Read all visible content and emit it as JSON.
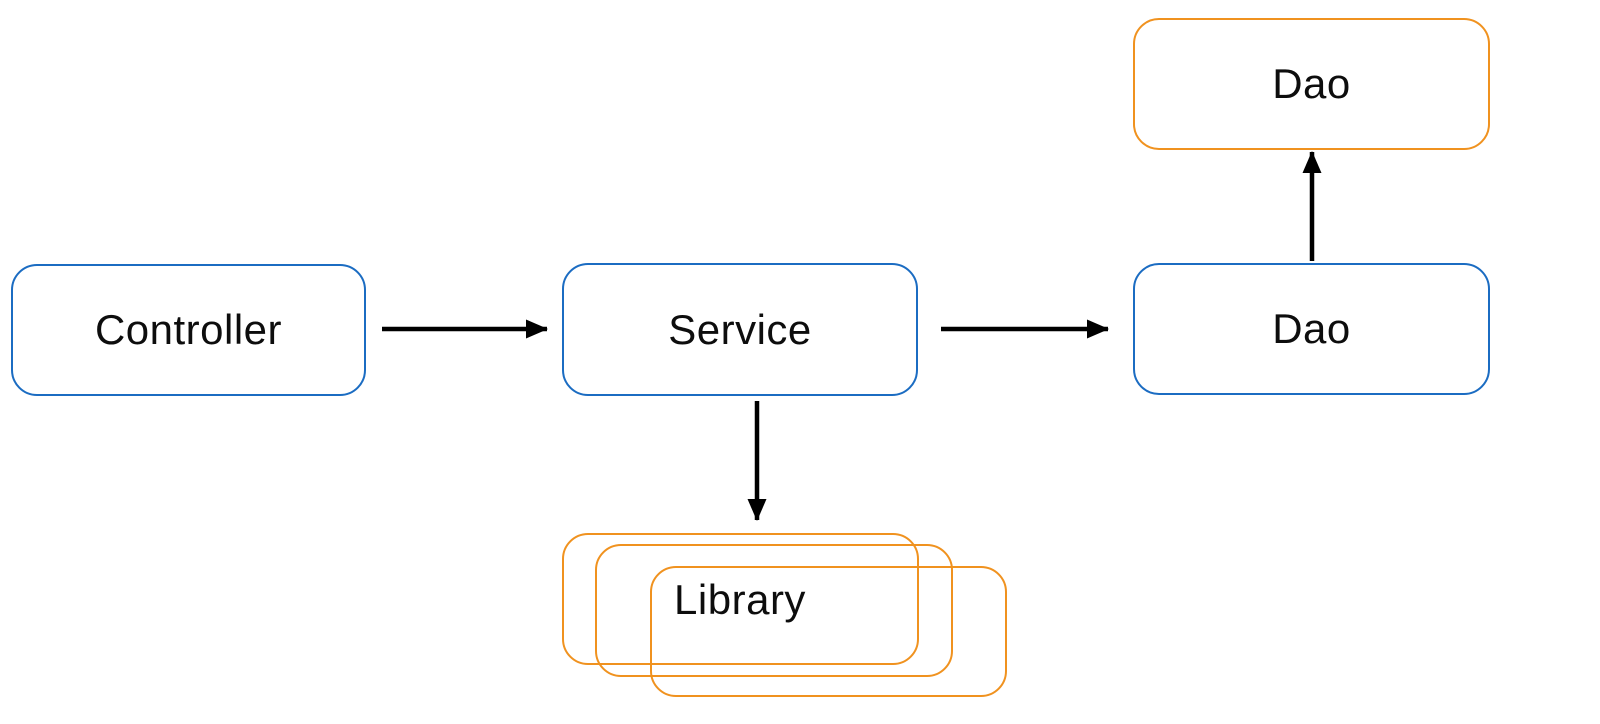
{
  "diagram": {
    "type": "architecture-flow",
    "background_color": "#ffffff",
    "colors": {
      "blue_border": "#1b6cc2",
      "orange_border": "#f0921f",
      "arrow": "#000000",
      "text": "#0d0d0d"
    },
    "nodes": {
      "controller": {
        "label": "Controller",
        "shape": "rounded-rect",
        "border_color": "#1b6cc2"
      },
      "service": {
        "label": "Service",
        "shape": "rounded-rect",
        "border_color": "#1b6cc2"
      },
      "dao_main": {
        "label": "Dao",
        "shape": "rounded-rect",
        "border_color": "#1b6cc2"
      },
      "dao_secondary": {
        "label": "Dao",
        "shape": "rounded-rect",
        "border_color": "#f0921f"
      },
      "library": {
        "label": "Library",
        "shape": "rounded-rect-stack",
        "stack_count": 3,
        "border_color": "#f0921f"
      }
    },
    "edges": [
      {
        "from": "controller",
        "to": "service",
        "direction": "right"
      },
      {
        "from": "service",
        "to": "dao_main",
        "direction": "right"
      },
      {
        "from": "service",
        "to": "library",
        "direction": "down"
      },
      {
        "from": "dao_main",
        "to": "dao_secondary",
        "direction": "up"
      }
    ]
  }
}
